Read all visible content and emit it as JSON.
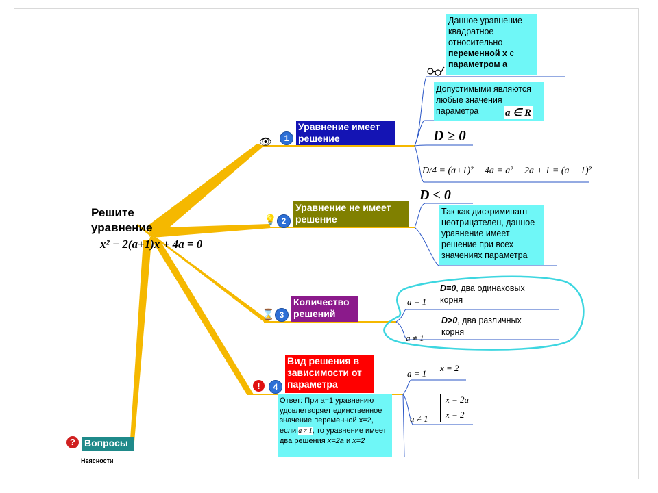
{
  "central": {
    "title": "Решите уравнение",
    "equation": "x² − 2(a+1)x + 4a = 0"
  },
  "branches": [
    {
      "number": "1",
      "title": "Уравнение имеет решение",
      "color": "#1414b4",
      "icon": "eye-icon",
      "note_variable": {
        "text1": "Данное уравнение - квадратное относительно ",
        "bold": "переменной x",
        "text2": " с ",
        "bold2": "параметром a"
      },
      "note_params": {
        "text": "Допустимыми являются любые значения параметра",
        "math": "a ∈ R"
      },
      "condition": "D ≥ 0",
      "formula": "D/4 = (a+1)² − 4a = a² − 2a + 1 = (a − 1)²"
    },
    {
      "number": "2",
      "title": "Уравнение не имеет решение",
      "color": "#808000",
      "icon": "lightbulb-icon",
      "condition": "D < 0",
      "note": "Так как дискриминант неотрицателен, данное уравнение имеет решение при всех значениях параметра"
    },
    {
      "number": "3",
      "title": "Количество решений",
      "color": "#8b1a8b",
      "icon": "hourglass-icon",
      "case1": {
        "cond": "a = 1",
        "bold": "D=0",
        "text": ", два одинаковых корня"
      },
      "case2": {
        "cond": "a ≠ 1",
        "bold": "D>0",
        "text": ", два различных корня"
      }
    },
    {
      "number": "4",
      "title": "Вид решения в зависимости от параметра",
      "color": "#ff0000",
      "icon": "exclamation-icon",
      "case1": {
        "cond": "a = 1",
        "result": "x = 2"
      },
      "case2": {
        "cond": "a ≠ 1",
        "result1": "x = 2a",
        "result2": "x = 2"
      },
      "answer": {
        "part1": "Ответ: При a=1 уравнению удовлетворяет единственное значение переменной x=2, если",
        "math": "a ≠ 1",
        "part2": ", то уравнение имеет два решения ",
        "x1": "x=2a",
        "and": " и ",
        "x2": "x=2"
      }
    }
  ],
  "questions": {
    "title": "Вопросы",
    "color": "#1f8a8a",
    "sub": "Неясности"
  },
  "colors": {
    "branch": "#f5b800",
    "note_bg": "#6ff7f7",
    "highlight_ellipse": "#3dd6e0",
    "connector": "#2a56c6"
  }
}
